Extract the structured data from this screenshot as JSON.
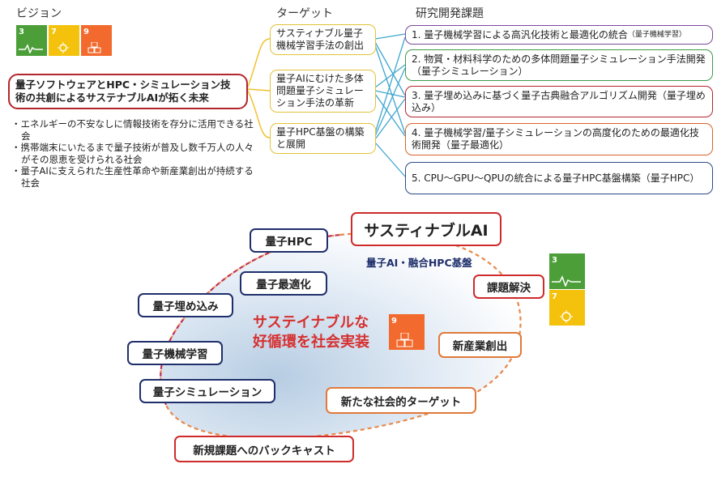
{
  "headers": {
    "vision": "ビジョン",
    "target": "ターゲット",
    "rd": "研究開発課題"
  },
  "vision": {
    "text": "量子ソフトウェアとHPC・シミュレーション技術の共創によるサステナブルAIが拓く未来"
  },
  "bullets": [
    "・エネルギーの不安なしに情報技術を存分に活用できる社会",
    "・携帯端末にいたるまで量子技術が普及し数千万人の人々がその恩恵を受けられる社会",
    "・量子AIに支えられた生産性革命や新産業創出が持続する社会"
  ],
  "targets": [
    "サスティナブル量子機械学習手法の創出",
    "量子AIにむけた多体問題量子シミュレーション手法の革新",
    "量子HPC基盤の構築と展開"
  ],
  "rd": [
    {
      "main": "1. 量子機械学習による高汎化技術と最適化の統合",
      "sub": "（量子機械学習）"
    },
    {
      "main": "2. 物質・材料科学のための多体問題量子シミュレーション手法開発（量子シミュレーション）",
      "sub": ""
    },
    {
      "main": "3. 量子埋め込みに基づく量子古典融合アルゴリズム開発（量子埋め込み）",
      "sub": ""
    },
    {
      "main": "4. 量子機械学習/量子シミュレーションの高度化のための最適化技術開発（量子最適化）",
      "sub": ""
    },
    {
      "main": "5. CPU～GPU～QPUの統合による量子HPC基盤構築（量子HPC）",
      "sub": ""
    }
  ],
  "cycle": {
    "center_title": "サスティナブルAI",
    "center_sub": "量子AI・融合HPC基盤",
    "slogan": [
      "サステイナブルな",
      "好循環を社会実装"
    ],
    "nodes": {
      "hpc": "量子HPC",
      "opt": "量子最適化",
      "embed": "量子埋め込み",
      "ml": "量子機械学習",
      "sim": "量子シミュレーション",
      "backcast": "新規課題へのバックキャスト",
      "target": "新たな社会的ターゲット",
      "industry": "新産業創出",
      "solve": "課題解決"
    }
  },
  "sdgs": [
    {
      "num": "3",
      "color": "#4c9f38",
      "icon": "heart-pulse-icon"
    },
    {
      "num": "7",
      "color": "#f4c20d",
      "icon": "sun-icon"
    },
    {
      "num": "9",
      "color": "#f26a2d",
      "icon": "cubes-icon"
    }
  ]
}
